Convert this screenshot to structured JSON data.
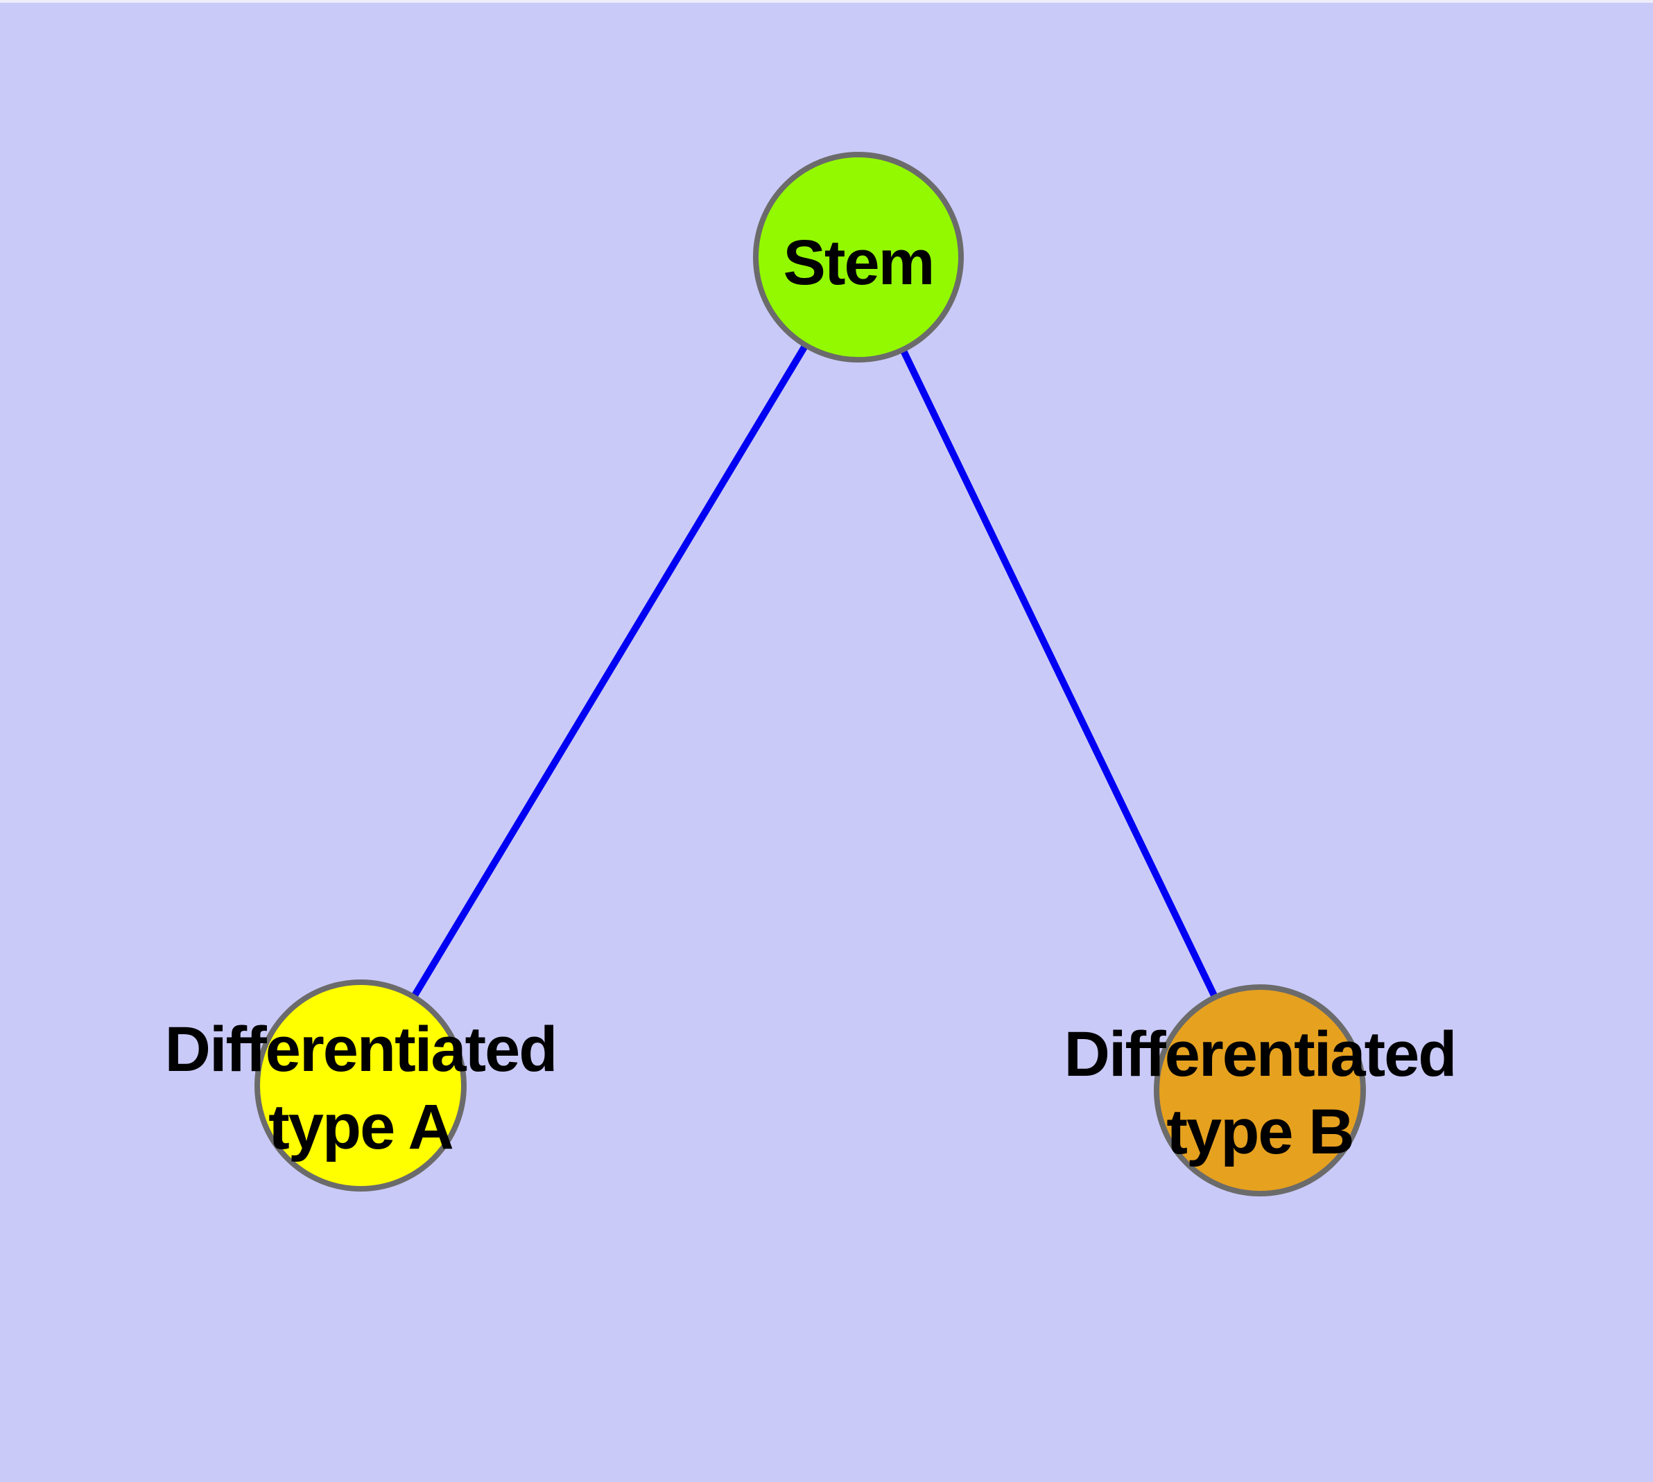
{
  "diagram": {
    "type": "node-link-graph",
    "background_color": "#CACAF8",
    "canvas_top_edge_color": "#EDEDFB",
    "edge_color": "#0000F2",
    "node_border_color": "#6B6B6B",
    "label_color": "#000000",
    "nodes": [
      {
        "id": "stem",
        "label": "Stem",
        "fill": "#93F900"
      },
      {
        "id": "differentiated-type-a",
        "label_line1": "Differentiated",
        "label_line2": "type A",
        "fill": "#FFFF00"
      },
      {
        "id": "differentiated-type-b",
        "label_line1": "Differentiated",
        "label_line2": "type B",
        "fill": "#E6A11F"
      }
    ],
    "edges": [
      {
        "from": "Stem",
        "to": "Differentiated type A"
      },
      {
        "from": "Stem",
        "to": "Differentiated type B"
      }
    ]
  }
}
